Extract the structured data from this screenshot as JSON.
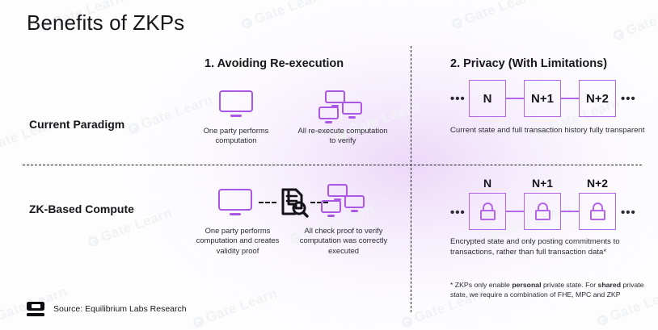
{
  "page": {
    "title": "Benefits of ZKPs",
    "accent_purple": "#b366ea",
    "text_color": "#17171b",
    "background": "#fdfdfe",
    "watermark_text": "Gate Learn"
  },
  "columns": [
    {
      "id": "col1",
      "header": "1. Avoiding Re-execution"
    },
    {
      "id": "col2",
      "header": "2. Privacy (With Limitations)"
    }
  ],
  "rows": [
    {
      "id": "row1",
      "label": "Current Paradigm"
    },
    {
      "id": "row2",
      "label": "ZK-Based Compute"
    }
  ],
  "cells": {
    "current_reexecution": {
      "caption_left": "One party performs computation",
      "caption_right": "All re-execute computation to verify",
      "icon_left": "monitor-icon",
      "icon_right": "monitor-network-icon"
    },
    "current_privacy": {
      "description": "Current state and full transaction history fully transparent",
      "chain": {
        "leading_ellipsis": "•••",
        "trailing_ellipsis": "•••",
        "blocks": [
          {
            "label": "N"
          },
          {
            "label": "N+1"
          },
          {
            "label": "N+2"
          }
        ]
      }
    },
    "zk_reexecution": {
      "caption_left": "One party performs computation and creates validity proof",
      "caption_right": "All check proof to verify computation was correctly executed",
      "icon_left": "monitor-icon",
      "icon_middle": "proof-document-search-icon",
      "icon_right": "monitor-network-icon"
    },
    "zk_privacy": {
      "description": "Encrypted state and only posting commitments to transactions, rather than full transaction data*",
      "chain": {
        "leading_ellipsis": "•••",
        "trailing_ellipsis": "•••",
        "blocks": [
          {
            "label": "N",
            "icon": "lock-icon"
          },
          {
            "label": "N+1",
            "icon": "lock-icon"
          },
          {
            "label": "N+2",
            "icon": "lock-icon"
          }
        ]
      }
    }
  },
  "footnote": {
    "part1": "* ZKPs only enable ",
    "bold1": "personal",
    "part2": " private state. For ",
    "bold2": "shared",
    "part3": " private state, we require a combination of FHE, MPC and ZKP"
  },
  "source": {
    "text": "Source: Equilibrium Labs Research",
    "logo": "equilibrium-logo"
  }
}
